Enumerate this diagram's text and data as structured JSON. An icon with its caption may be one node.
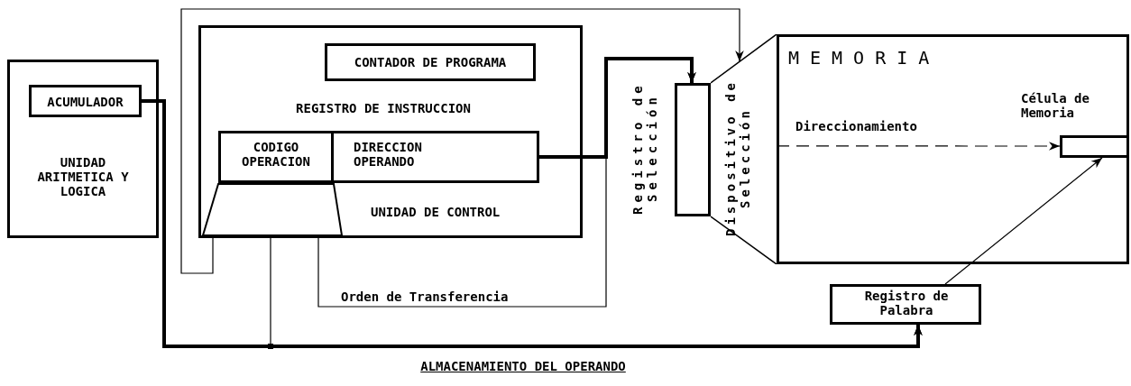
{
  "diagram": {
    "nodes": [
      {
        "text": [
          "UNIDAD ARITMETICA Y LOGICA"
        ]
      },
      {
        "text": [
          "ACUMULADOR"
        ],
        "in": 0
      },
      {
        "text": [
          "UNIDAD DE CONTROL"
        ]
      },
      {
        "text": [
          "CONTADOR DE PROGRAMA"
        ],
        "in": 2
      },
      {
        "text": [
          "REGISTRO DE INSTRUCCION"
        ],
        "in": 2
      },
      {
        "text": [
          "CODIGO OPERACION"
        ],
        "in": 4
      },
      {
        "text": [
          "DIRECCION OPERANDO"
        ],
        "in": 4
      },
      {
        "text": [],
        "shape": "trapezoid",
        "in": 2
      },
      {
        "text": [
          "Registro de Selección"
        ]
      },
      {
        "text": [
          "Dispositivo de Selección"
        ]
      },
      {
        "text": [
          "MEMORIA"
        ]
      },
      {
        "text": [
          "Célula de Memoria"
        ],
        "in": 10
      },
      {
        "text": [
          "Registro de Palabra"
        ]
      }
    ],
    "edges": [
      {
        "from": 1,
        "to": 12,
        "arrow": "to",
        "style": "thick"
      },
      {
        "from": 7,
        "to": 12,
        "arrow": "to"
      },
      {
        "from": 6,
        "to": 8,
        "arrow": "to",
        "style": "thick"
      },
      {
        "from": 7,
        "to": 8,
        "arrow": "to",
        "label": "Orden de Transferencia"
      },
      {
        "from": 7,
        "to": 9,
        "arrow": "to"
      },
      {
        "from": 9,
        "to": 11,
        "arrow": "to",
        "style": "dashed",
        "label": "Direccionamiento"
      },
      {
        "from": 12,
        "to": 11,
        "arrow": "to"
      }
    ],
    "labels": [
      "ALMACENAMIENTO DEL OPERANDO"
    ]
  }
}
